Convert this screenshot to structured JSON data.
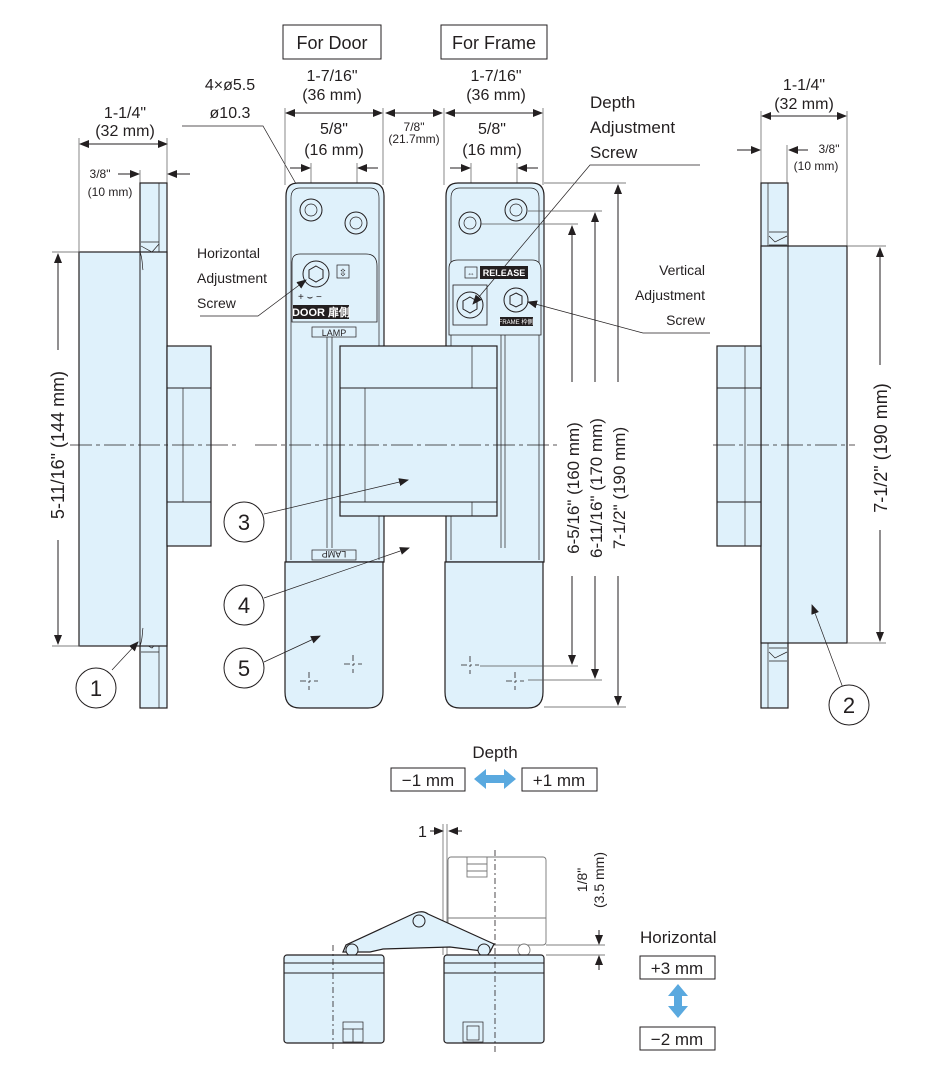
{
  "title_boxes": {
    "door": "For Door",
    "frame": "For Frame"
  },
  "dimensions": {
    "left_width_in": "1-1/4\"",
    "left_width_mm": "(32 mm)",
    "left_offset_in": "3/8\"",
    "left_offset_mm": "(10 mm)",
    "holes_count": "4×ø5.5",
    "holes_cbore": "ø10.3",
    "door_width_in": "1-7/16\"",
    "door_width_mm": "(36 mm)",
    "door_pitch_in": "5/8\"",
    "door_pitch_mm": "(16 mm)",
    "gap_in": "7/8\"",
    "gap_mm": "(21.7mm)",
    "frame_width_in": "1-7/16\"",
    "frame_width_mm": "(36 mm)",
    "frame_pitch_in": "5/8\"",
    "frame_pitch_mm": "(16 mm)",
    "right_width_in": "1-1/4\"",
    "right_width_mm": "(32 mm)",
    "right_offset_in": "3/8\"",
    "right_offset_mm": "(10 mm)",
    "left_height": "5-11/16\"  (144 mm)",
    "height_160": "6-5/16\"  (160 mm)",
    "height_170": "6-11/16\"  (170 mm)",
    "height_190": "7-1/2\"  (190 mm)",
    "right_height": "7-1/2\"  (190 mm)",
    "gap_1": "1",
    "offset_in": "1/8\"",
    "offset_mm": "(3.5 mm)"
  },
  "callouts": {
    "horizontal_screw": [
      "Horizontal",
      "Adjustment",
      "Screw"
    ],
    "depth_screw": [
      "Depth",
      "Adjustment",
      "Screw"
    ],
    "vertical_screw": [
      "Vertical",
      "Adjustment",
      "Screw"
    ]
  },
  "part_numbers": [
    "1",
    "2",
    "3",
    "4",
    "5"
  ],
  "body_markings": {
    "door": "DOOR 扉側",
    "lamp": "LAMP",
    "release": "RELEASE",
    "frame": "FRAME 枠側"
  },
  "depth_adjust": {
    "label": "Depth",
    "minus": "−1 mm",
    "plus": "+1 mm"
  },
  "horizontal_adjust": {
    "label": "Horizontal",
    "plus": "+3 mm",
    "minus": "−2 mm"
  },
  "colors": {
    "part_fill": "#dff1fb",
    "line": "#231f20",
    "accent_arrow": "#5aa9df"
  }
}
